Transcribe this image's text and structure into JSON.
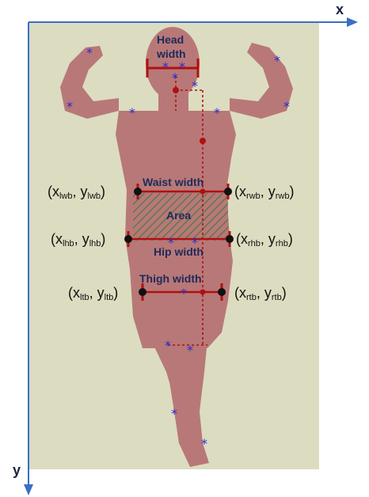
{
  "axes": {
    "x_label": "x",
    "y_label": "y"
  },
  "measurements": {
    "head_width_line1": "Head",
    "head_width_line2": "width",
    "waist_width": "Waist width",
    "area": "Area",
    "hip_width": "Hip width",
    "thigh_width": "Thigh width"
  },
  "points": {
    "lwb": {
      "open": "(x",
      "x_sub": "lwb",
      "sep": ", y",
      "y_sub": "lwb",
      "close": ")"
    },
    "rwb": {
      "open": "(x",
      "x_sub": "rwb",
      "sep": ", y",
      "y_sub": "rwb",
      "close": ")"
    },
    "lhb": {
      "open": "(x",
      "x_sub": "lhb",
      "sep": ", y",
      "y_sub": "lhb",
      "close": ")"
    },
    "rhb": {
      "open": "(x",
      "x_sub": "rhb",
      "sep": ", y",
      "y_sub": "rhb",
      "close": ")"
    },
    "ltb": {
      "open": "(x",
      "x_sub": "ltb",
      "sep": ", y",
      "y_sub": "ltb",
      "close": ")"
    },
    "rtb": {
      "open": "(x",
      "x_sub": "rtb",
      "sep": ", y",
      "y_sub": "rtb",
      "close": ")"
    }
  },
  "colors": {
    "background_panel": "#dcdcc0",
    "silhouette": "#b87878",
    "axis": "#3a6fc4",
    "measure_line": "#b01010",
    "marker_star": "#2a2ad0",
    "area_hatch": "#3a7a3a",
    "label_dark": "#1e2a5a"
  }
}
